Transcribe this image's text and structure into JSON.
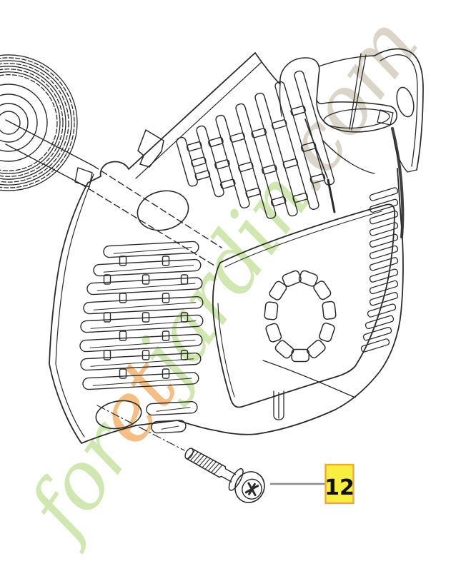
{
  "diagram": {
    "type": "exploded-parts-line-drawing",
    "subject": "starter cover assembly with recoil pulley, ventilation grilles, fan vent ring and fixing screw",
    "callout": {
      "number": "12",
      "part": "screw"
    }
  },
  "watermark": {
    "text": "foretjardin.com",
    "part1": "for",
    "part2": "et",
    "part3": "jardin",
    "part4": ".com"
  },
  "colors": {
    "background": "#ffffff",
    "ink": "#2b2b2b",
    "leader_gray": "#8c8c8c",
    "label_bg": "#f8ee3f",
    "label_border": "#efa83d",
    "label_text": "#111111",
    "watermark_green": "#c8e2a2",
    "watermark_orange": "#f2b06a",
    "watermark_tan": "#d4cbbc"
  }
}
